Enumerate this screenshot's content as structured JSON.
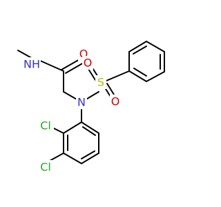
{
  "molecule": {
    "atoms": {
      "nh": {
        "text": "NH",
        "color": "#3333cc"
      },
      "o_carbonyl": {
        "text": "O",
        "color": "#cc0000"
      },
      "n_sulfonamide": {
        "text": "N",
        "color": "#3333cc"
      },
      "s": {
        "text": "S",
        "color": "#b8b800"
      },
      "o_sulfonyl_1": {
        "text": "O",
        "color": "#cc0000"
      },
      "o_sulfonyl_2": {
        "text": "O",
        "color": "#cc0000"
      },
      "cl_1": {
        "text": "Cl",
        "color": "#22aa22"
      },
      "cl_2": {
        "text": "Cl",
        "color": "#22aa22"
      }
    }
  }
}
